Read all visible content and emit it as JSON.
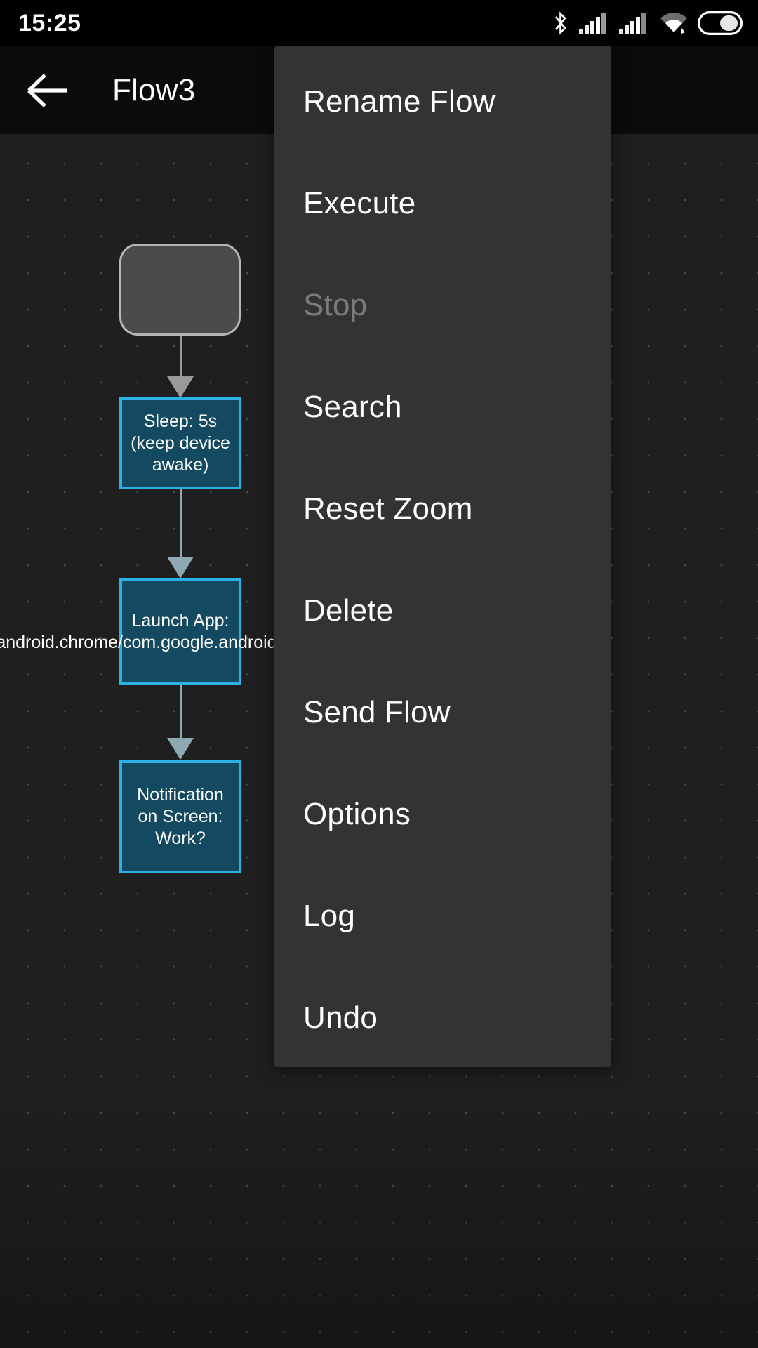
{
  "status_bar": {
    "time": "15:25",
    "icons": [
      {
        "name": "bluetooth-icon",
        "label": "Bluetooth"
      },
      {
        "name": "signal-sim1-icon",
        "label": "Cellular signal SIM 1"
      },
      {
        "name": "signal-sim2-icon",
        "label": "Cellular signal SIM 2"
      },
      {
        "name": "wifi-icon",
        "label": "Wi-Fi"
      },
      {
        "name": "battery-icon",
        "label": "Battery"
      }
    ]
  },
  "app_bar": {
    "back_icon": "arrow-left-icon",
    "title": "Flow3"
  },
  "canvas": {
    "nodes": [
      {
        "id": "start",
        "type": "start",
        "label": ""
      },
      {
        "id": "sleep",
        "type": "action",
        "label": "Sleep: 5s (keep device awake)"
      },
      {
        "id": "launch",
        "type": "action",
        "label": "Launch App: com.android.chrome/com.google.android.apps.chrome.M"
      },
      {
        "id": "notify",
        "type": "action",
        "label": "Notification on Screen: Work?"
      }
    ],
    "colors": {
      "node_fill": "#134a61",
      "node_border": "#2cb0e8",
      "start_fill": "#4b4b4b",
      "start_border": "#b5b5b5",
      "connector": "#9a9a9a",
      "background": "#1f1f1f"
    }
  },
  "overflow_menu": {
    "items": [
      {
        "label": "Rename Flow",
        "disabled": false
      },
      {
        "label": "Execute",
        "disabled": false
      },
      {
        "label": "Stop",
        "disabled": true
      },
      {
        "label": "Search",
        "disabled": false
      },
      {
        "label": "Reset Zoom",
        "disabled": false
      },
      {
        "label": "Delete",
        "disabled": false
      },
      {
        "label": "Send Flow",
        "disabled": false
      },
      {
        "label": "Options",
        "disabled": false
      },
      {
        "label": "Log",
        "disabled": false
      },
      {
        "label": "Undo",
        "disabled": false
      }
    ]
  }
}
